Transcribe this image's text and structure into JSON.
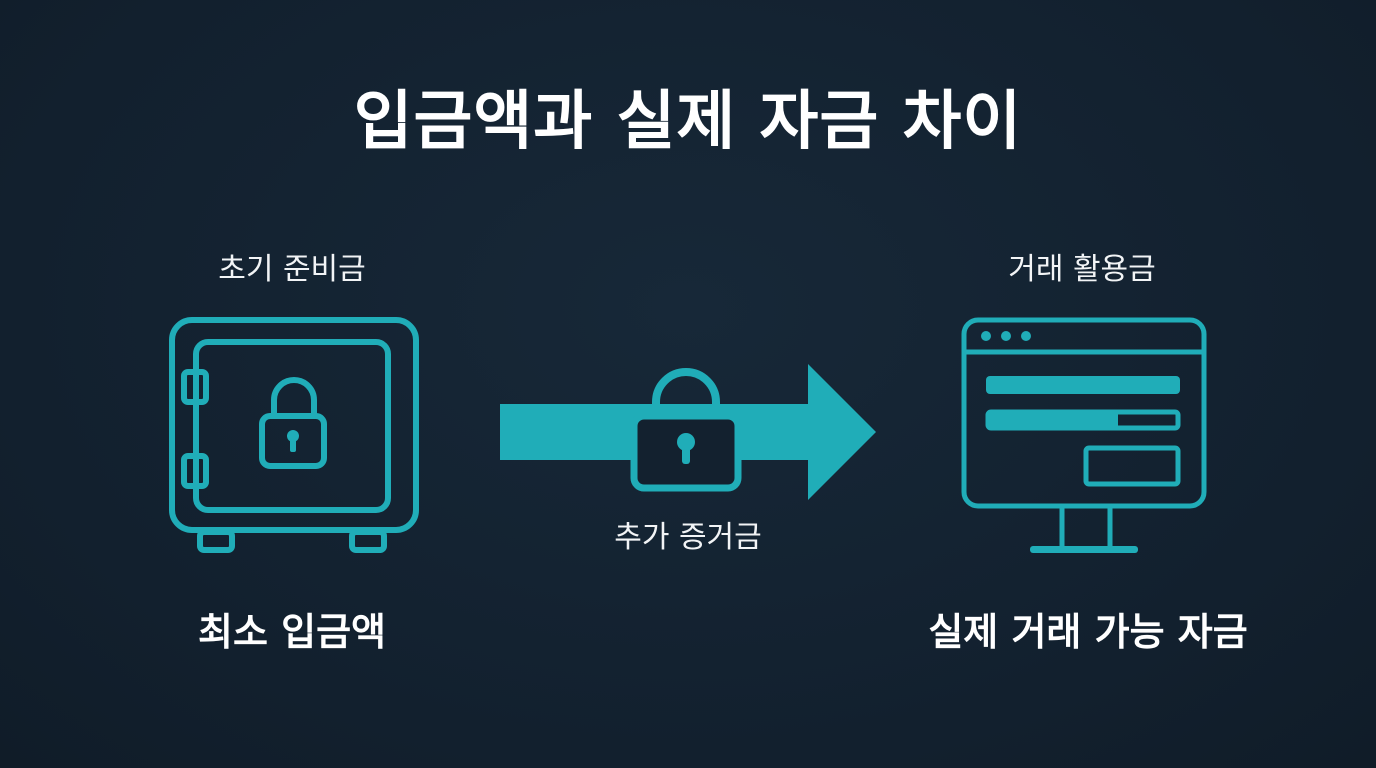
{
  "title": "입금액과 실제 자금 차이",
  "left": {
    "caption": "초기 준비금",
    "label": "최소 입금액",
    "icon": "safe-icon"
  },
  "middle": {
    "caption": "추가 증거금",
    "icon": "arrow-lock-icon"
  },
  "right": {
    "caption": "거래 활용금",
    "label": "실제 거래 가능 자금",
    "icon": "monitor-dashboard-icon"
  },
  "colors": {
    "background": "#13212f",
    "accent": "#20adb8",
    "text": "#ffffff"
  }
}
